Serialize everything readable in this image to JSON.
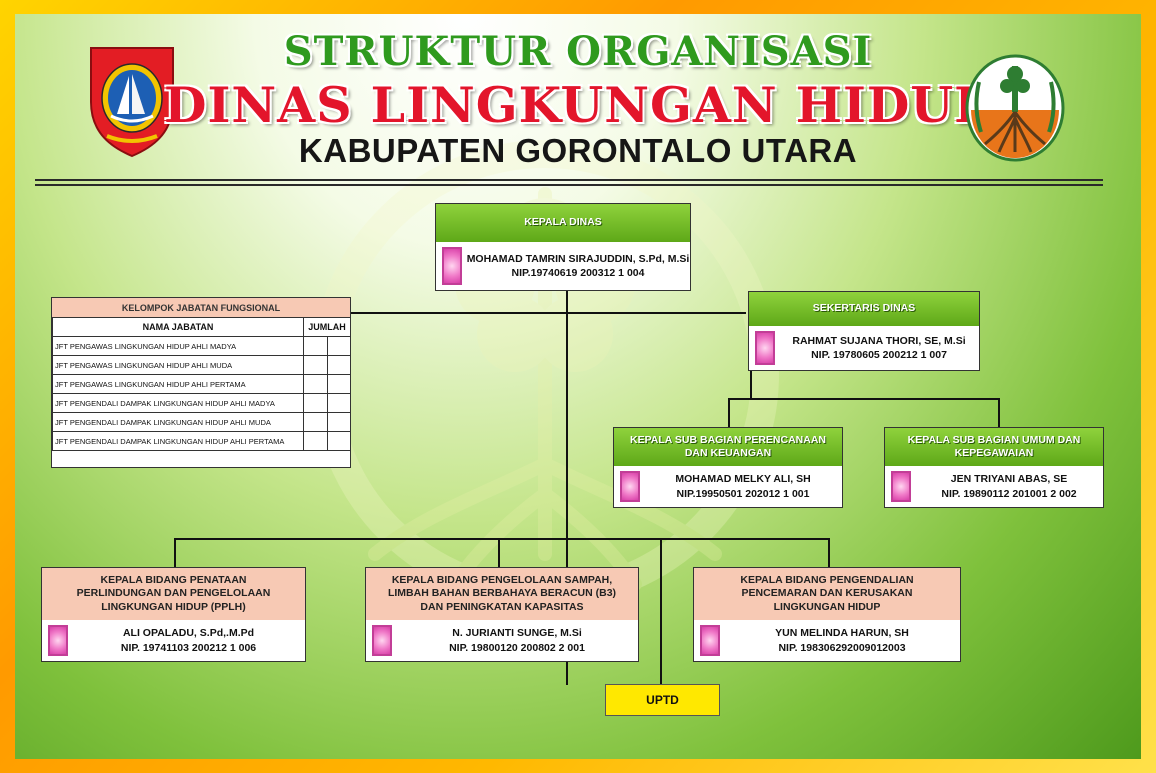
{
  "header": {
    "title_line1": "STRUKTUR ORGANISASI",
    "title_line2": "DINAS LINGKUNGAN HIDUP",
    "title_line3": "KABUPATEN GORONTALO UTARA"
  },
  "colors": {
    "frame": "#ffb800",
    "title_green": "#2f9a1e",
    "title_red": "#e3152b",
    "header_green": "#6ab822",
    "header_salmon": "#f7c9b4",
    "uptd_yellow": "#ffe800",
    "photo_magenta": "#e35cbd"
  },
  "icons": {
    "left_logo": "regency-shield-emblem-icon",
    "right_logo": "tree-roots-emblem-icon",
    "photo": "photo-placeholder-icon"
  },
  "positions": {
    "kepala_dinas": {
      "title": "KEPALA DINAS",
      "name": "MOHAMAD TAMRIN SIRAJUDDIN, S.Pd, M.Si",
      "nip": "NIP.19740619 200312 1 004"
    },
    "sekretaris": {
      "title": "SEKERTARIS DINAS",
      "name": "RAHMAT SUJANA THORI, SE, M.Si",
      "nip": "NIP. 19780605 200212 1 007"
    },
    "kasubag_perencanaan": {
      "title": "KEPALA SUB BAGIAN PERENCANAAN DAN KEUANGAN",
      "name": "MOHAMAD MELKY ALI, SH",
      "nip": "NIP.19950501 202012 1 001"
    },
    "kasubag_umum": {
      "title": "KEPALA SUB BAGIAN UMUM DAN KEPEGAWAIAN",
      "name": "JEN TRIYANI ABAS, SE",
      "nip": "NIP. 19890112 201001 2 002"
    },
    "kabid_pplh": {
      "title": "KEPALA BIDANG PENATAAN PERLINDUNGAN DAN PENGELOLAAN LINGKUNGAN HIDUP (PPLH)",
      "name": "ALI OPALADU, S.Pd,.M.Pd",
      "nip": "NIP. 19741103 200212 1 006"
    },
    "kabid_sampah": {
      "title": "KEPALA BIDANG PENGELOLAAN SAMPAH, LIMBAH BAHAN BERBAHAYA BERACUN (B3) DAN PENINGKATAN KAPASITAS",
      "name": "N. JURIANTI SUNGE, M.Si",
      "nip": "NIP. 19800120 200802 2 001"
    },
    "kabid_pengendalian": {
      "title": "KEPALA BIDANG PENGENDALIAN PENCEMARAN DAN KERUSAKAN LINGKUNGAN HIDUP",
      "name": "YUN MELINDA HARUN, SH",
      "nip": "NIP. 198306292009012003"
    },
    "uptd": {
      "title": "UPTD"
    }
  },
  "jabatan_fungsional": {
    "title": "KELOMPOK JABATAN FUNGSIONAL",
    "col_name": "NAMA JABATAN",
    "col_count": "JUMLAH",
    "rows": [
      "JFT PENGAWAS LINGKUNGAN HIDUP AHLI MADYA",
      "JFT PENGAWAS LINGKUNGAN HIDUP AHLI MUDA",
      "JFT PENGAWAS LINGKUNGAN HIDUP AHLI PERTAMA",
      "JFT PENGENDALI DAMPAK LINGKUNGAN HIDUP AHLI MADYA",
      "JFT PENGENDALI DAMPAK LINGKUNGAN HIDUP AHLI MUDA",
      "JFT PENGENDALI DAMPAK LINGKUNGAN HIDUP AHLI PERTAMA"
    ]
  }
}
